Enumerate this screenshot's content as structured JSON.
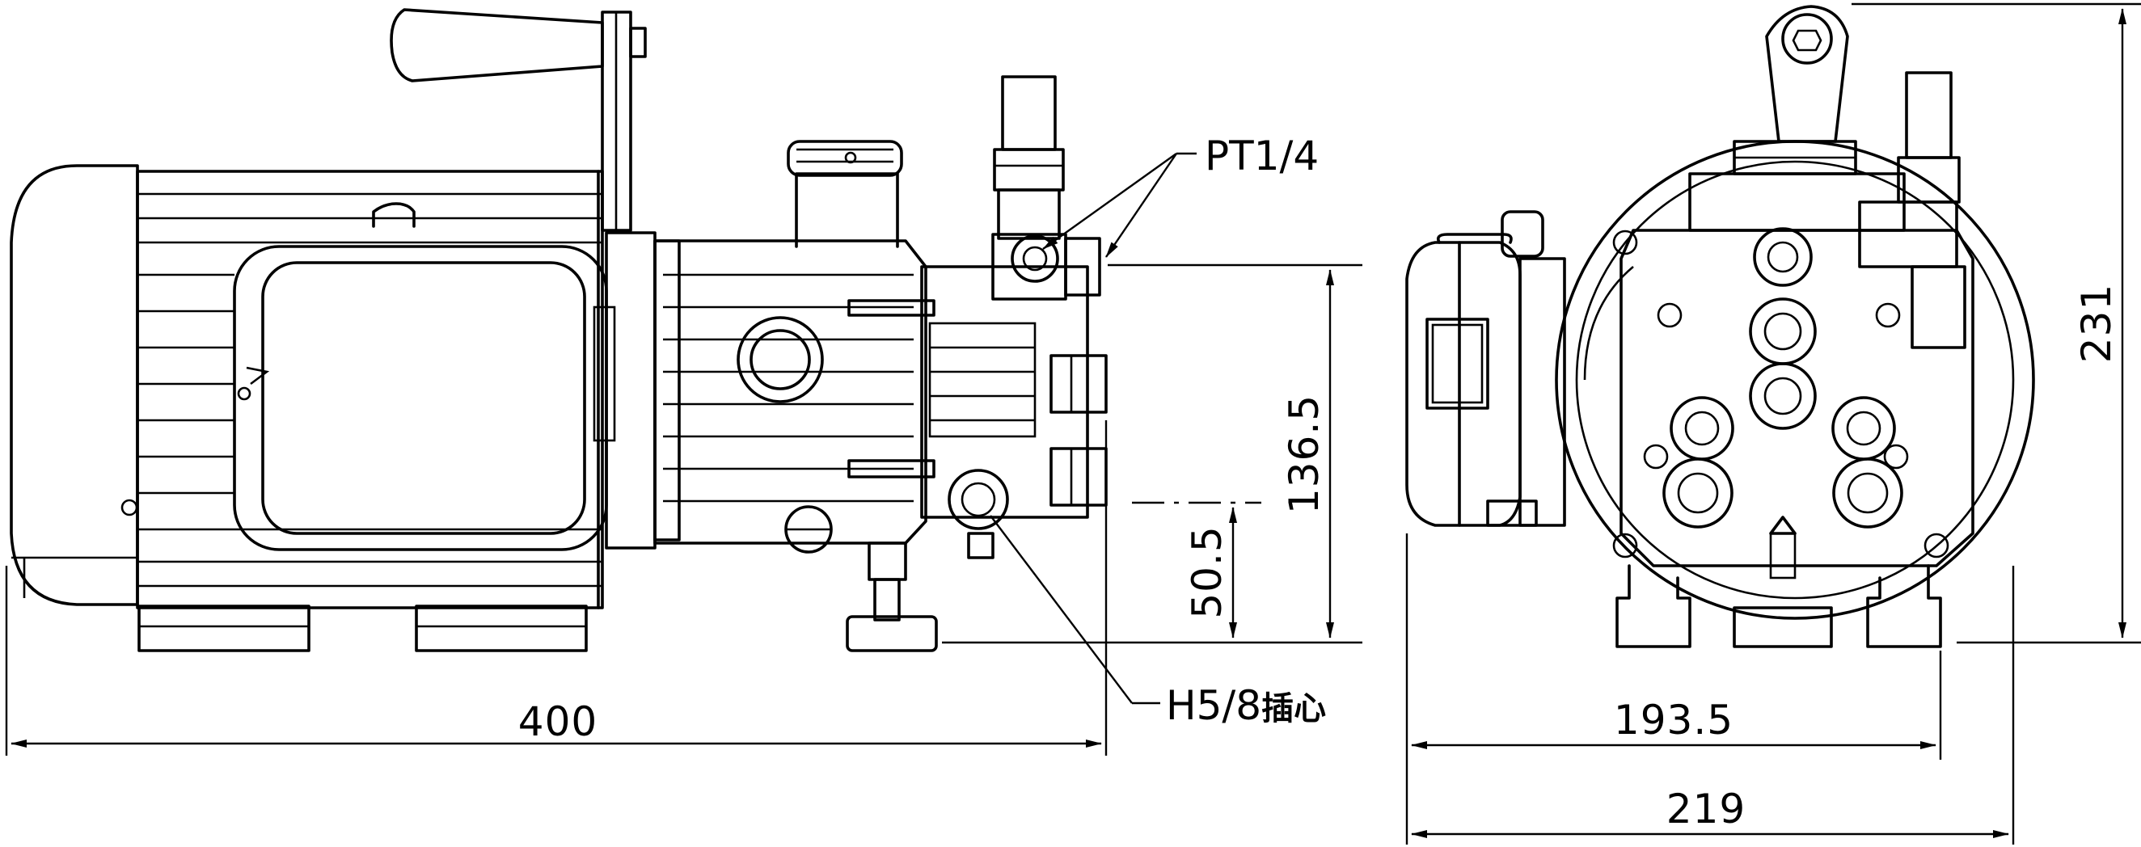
{
  "dimensions": {
    "length_overall": "400",
    "height_outlet": "136.5",
    "height_inlet": "50.5",
    "height_overall": "231",
    "width_frame": "193.5",
    "width_overall": "219"
  },
  "callouts": {
    "outlet_port": "PT1/4",
    "inlet_port_main": "H5/8",
    "inlet_port_suffix": "插心"
  },
  "colors": {
    "line": "#000000",
    "background": "#ffffff"
  }
}
